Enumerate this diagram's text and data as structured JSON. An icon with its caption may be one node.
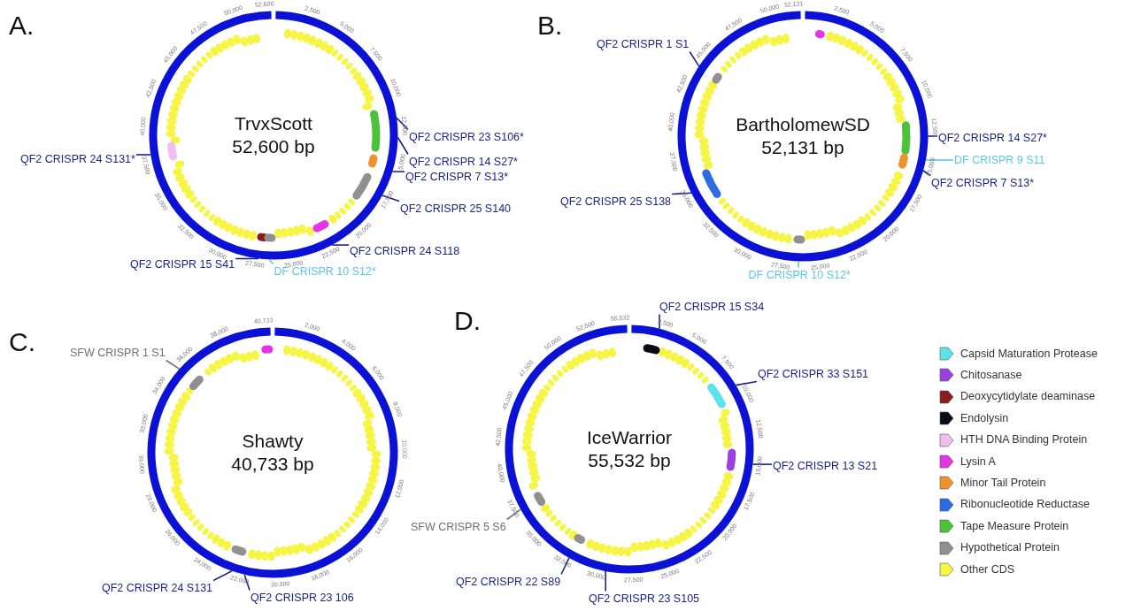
{
  "diagram": {
    "nodes": [
      {
        "text": [
          "TrvxScott",
          "52,600 bp"
        ]
      },
      {
        "text": [
          "QF2 CRISPR 23 S106*"
        ]
      },
      {
        "text": [
          "QF2 CRISPR 14 S27*"
        ]
      },
      {
        "text": [
          "QF2 CRISPR 24 S131*"
        ]
      },
      {
        "text": [
          "QF2 CRISPR 7 S13*"
        ]
      },
      {
        "text": [
          "QF2 CRISPR 25 S140"
        ]
      },
      {
        "text": [
          "QF2 CRISPR 24 S118"
        ]
      },
      {
        "text": [
          "QF2 CRISPR 15 S41"
        ]
      },
      {
        "text": [
          "DF CRISPR 10 S12*"
        ]
      },
      {
        "text": [
          "BartholomewSD",
          "52,131 bp"
        ]
      },
      {
        "text": [
          "QF2 CRISPR 1 S1"
        ]
      },
      {
        "text": [
          "QF2 CRISPR 14 S27*"
        ]
      },
      {
        "text": [
          "DF CRISPR 9 S11"
        ]
      },
      {
        "text": [
          "QF2 CRISPR 7 S13*"
        ]
      },
      {
        "text": [
          "QF2 CRISPR 25 S138"
        ]
      },
      {
        "text": [
          "DF CRISPR 10 S12*"
        ]
      },
      {
        "text": [
          "Shawty",
          "40,733 bp"
        ]
      },
      {
        "text": [
          "SFW CRISPR 1 S1"
        ]
      },
      {
        "text": [
          "QF2 CRISPR 24 S131"
        ]
      },
      {
        "text": [
          "QF2 CRISPR 23 106"
        ]
      },
      {
        "text": [
          "IceWarrior",
          "55,532 bp"
        ]
      },
      {
        "text": [
          "QF2 CRISPR 15 S34"
        ]
      },
      {
        "text": [
          "QF2 CRISPR 33 S151"
        ]
      },
      {
        "text": [
          "QF2 CRISPR 13 S21"
        ]
      },
      {
        "text": [
          "SFW CRISPR 5 S6"
        ]
      },
      {
        "text": [
          "QF2 CRISPR 22 S89"
        ]
      },
      {
        "text": [
          "QF2 CRISPR 23 S105"
        ]
      }
    ],
    "edges": [
      {
        "from": 1,
        "to": 0,
        "arrow": "none"
      },
      {
        "from": 2,
        "to": 0,
        "arrow": "none"
      },
      {
        "from": 3,
        "to": 0,
        "arrow": "none"
      },
      {
        "from": 4,
        "to": 0,
        "arrow": "none"
      },
      {
        "from": 5,
        "to": 0,
        "arrow": "none"
      },
      {
        "from": 6,
        "to": 0,
        "arrow": "none"
      },
      {
        "from": 7,
        "to": 0,
        "arrow": "none"
      },
      {
        "from": 8,
        "to": 0,
        "arrow": "none",
        "color": "#5cc6e2"
      },
      {
        "from": 10,
        "to": 9,
        "arrow": "none"
      },
      {
        "from": 11,
        "to": 9,
        "arrow": "none"
      },
      {
        "from": 12,
        "to": 9,
        "arrow": "none",
        "color": "#5cc6e2"
      },
      {
        "from": 13,
        "to": 9,
        "arrow": "none"
      },
      {
        "from": 14,
        "to": 9,
        "arrow": "none"
      },
      {
        "from": 15,
        "to": 9,
        "arrow": "none",
        "color": "#5cc6e2"
      },
      {
        "from": 17,
        "to": 16,
        "arrow": "none",
        "color": "#707070"
      },
      {
        "from": 18,
        "to": 16,
        "arrow": "none"
      },
      {
        "from": 19,
        "to": 16,
        "arrow": "none"
      },
      {
        "from": 21,
        "to": 20,
        "arrow": "none"
      },
      {
        "from": 22,
        "to": 20,
        "arrow": "none"
      },
      {
        "from": 23,
        "to": 20,
        "arrow": "none"
      },
      {
        "from": 24,
        "to": 20,
        "arrow": "none",
        "color": "#707070"
      },
      {
        "from": 25,
        "to": 20,
        "arrow": "none"
      },
      {
        "from": 26,
        "to": 20,
        "arrow": "none"
      }
    ],
    "labels": [
      "A.",
      "52,600",
      "2,500",
      "5,000",
      "7,500",
      "10,000",
      "12,500",
      "15,000",
      "17,500",
      "20,000",
      "22,500",
      "25,000",
      "27,500",
      "30,000",
      "32,500",
      "35,000",
      "37,500",
      "40,000",
      "42,500",
      "45,000",
      "47,500",
      "50,000",
      "B.",
      "52,131",
      "2,500",
      "5,000",
      "7,500",
      "10,000",
      "12,500",
      "15,000",
      "17,500",
      "20,000",
      "22,500",
      "25,000",
      "27,500",
      "30,000",
      "32,500",
      "35,000",
      "37,500",
      "40,000",
      "42,500",
      "45,000",
      "47,500",
      "50,000",
      "C.",
      "40,733",
      "2,000",
      "4,000",
      "6,000",
      "8,000",
      "10,000",
      "12,000",
      "14,000",
      "16,000",
      "18,000",
      "20,000",
      "22,000",
      "24,000",
      "26,000",
      "28,000",
      "30,000",
      "32,000",
      "34,000",
      "36,000",
      "38,000",
      "D.",
      "55,532",
      "2,500",
      "5,000",
      "7,500",
      "10,000",
      "12,500",
      "15,000",
      "17,500",
      "20,000",
      "22,500",
      "25,000",
      "27,500",
      "30,000",
      "32,500",
      "35,000",
      "37,500",
      "40,000",
      "42,500",
      "45,000",
      "47,500",
      "50,000",
      "52,500"
    ],
    "legend": [
      {
        "text": "Capsid Maturation Protease",
        "color": "#5de3ec"
      },
      {
        "text": "Chitosanase",
        "color": "#9b3fe0"
      },
      {
        "text": "Deoxycytidylate deaminase",
        "color": "#8a1c1c"
      },
      {
        "text": "Endolysin",
        "color": "#0b0b1a"
      },
      {
        "text": "HTH DNA Binding Protein",
        "color": "#f2bdf2"
      },
      {
        "text": "Lysin A",
        "color": "#e533e6"
      },
      {
        "text": "Minor Tail Protein",
        "color": "#f0922c"
      },
      {
        "text": "Ribonucleotide Reductase",
        "color": "#2d6ce0"
      },
      {
        "text": "Tape Measure Protein",
        "color": "#4cc23a"
      },
      {
        "text": "Hypothetical Protein",
        "color": "#909090"
      },
      {
        "text": "Other CDS",
        "color": "#f6f545"
      }
    ]
  }
}
